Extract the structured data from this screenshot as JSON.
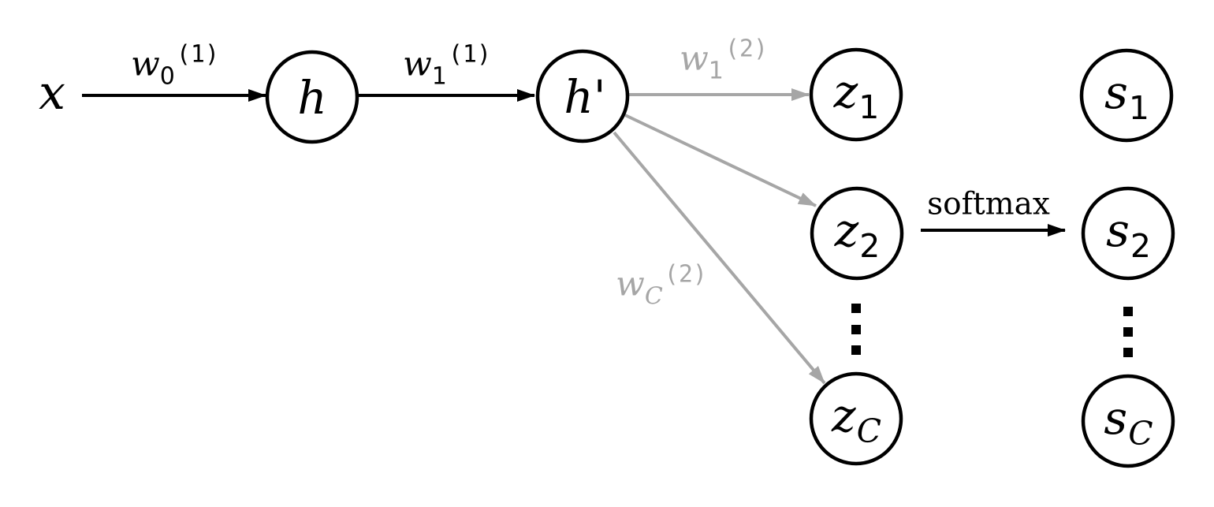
{
  "diagram": {
    "colors": {
      "background": "#ffffff",
      "node_stroke": "#000000",
      "black_arrow": "#000000",
      "gray_arrow": "#a6a6a6",
      "gray_label": "#a6a6a6"
    },
    "input_label": "x",
    "nodes": {
      "h": {
        "label": "h"
      },
      "h_prime": {
        "label": "h'"
      },
      "z1": {
        "base": "z",
        "sub": "1"
      },
      "z2": {
        "base": "z",
        "sub": "2"
      },
      "zC": {
        "base": "z",
        "sub": "C"
      },
      "s1": {
        "base": "s",
        "sub": "1"
      },
      "s2": {
        "base": "s",
        "sub": "2"
      },
      "sC": {
        "base": "s",
        "sub": "C"
      }
    },
    "edge_labels": {
      "w0_1": {
        "base": "w",
        "sub": "0",
        "sup": "(1)"
      },
      "w1_1": {
        "base": "w",
        "sub": "1",
        "sup": "(1)"
      },
      "w1_2": {
        "base": "w",
        "sub": "1",
        "sup": "(2)"
      },
      "wC_2": {
        "base": "w",
        "sub": "C",
        "sup": "(2)"
      },
      "softmax": "softmax"
    }
  }
}
